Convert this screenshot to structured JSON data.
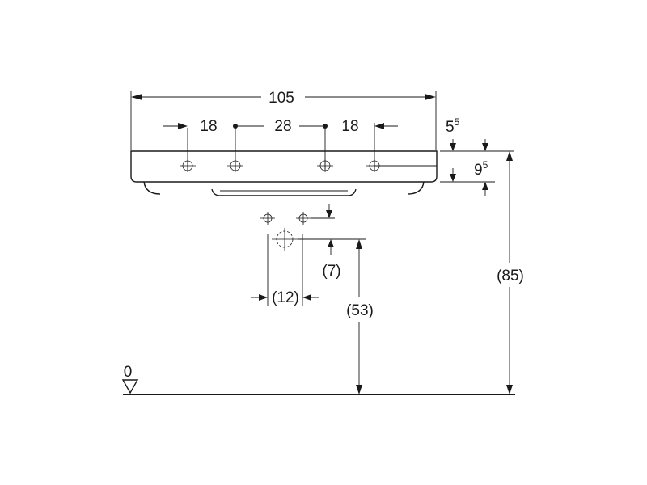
{
  "dimensions": {
    "overall_width": "105",
    "left_hole_offset": "18",
    "hole_spacing": "28",
    "right_hole_offset": "18",
    "top_thickness": {
      "base": "5",
      "sup": "5"
    },
    "rim_height": {
      "base": "9",
      "sup": "5"
    },
    "waste_offset_vertical": "(7)",
    "waste_width": "(12)",
    "waste_height": "(53)",
    "rim_height_from_floor": "(85)",
    "floor_level": "0"
  },
  "colors": {
    "line": "#1a1a1a",
    "background": "#ffffff"
  }
}
